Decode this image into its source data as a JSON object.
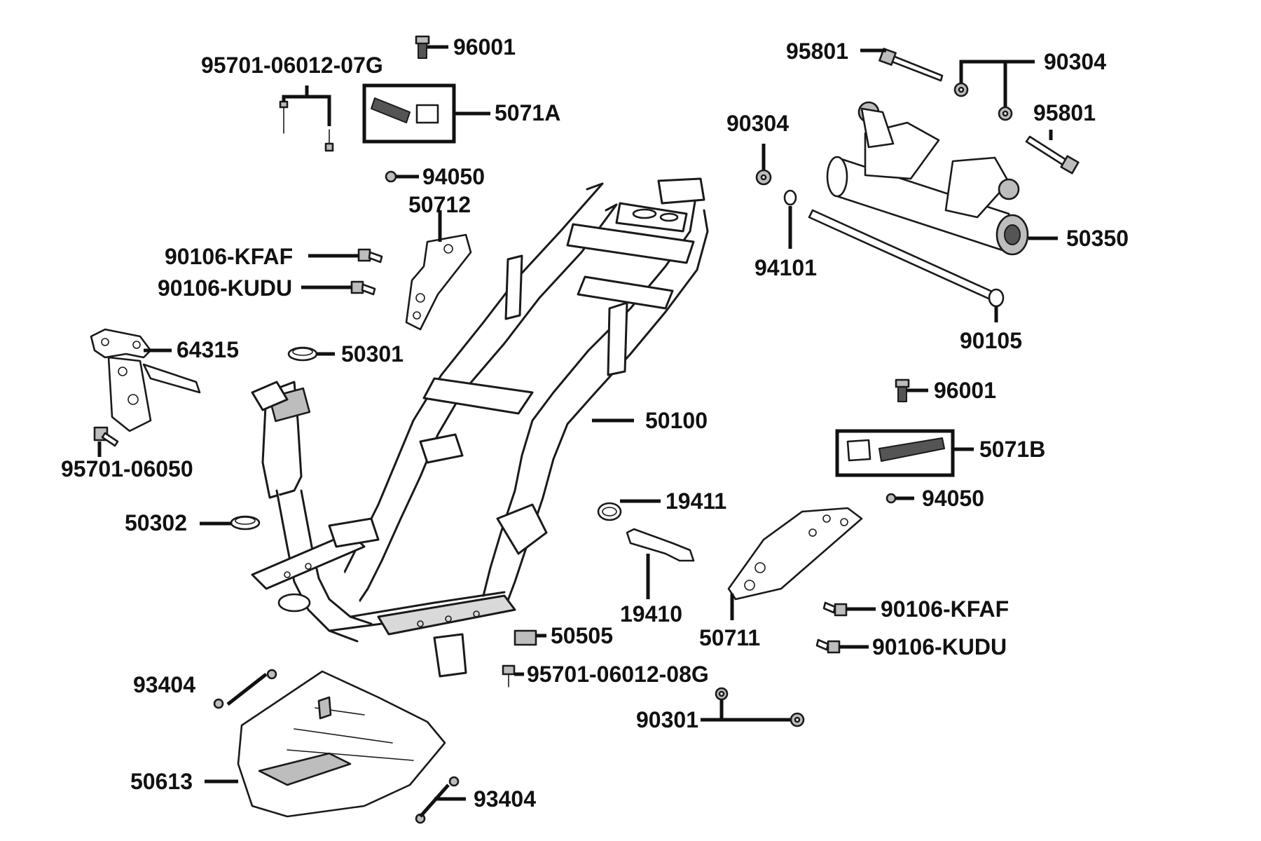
{
  "labels": {
    "p95701_06012_07G": "95701-06012-07G",
    "p96001_top": "96001",
    "p5071A": "5071A",
    "p94050_top": "94050",
    "p50712": "50712",
    "p90106_KFAF_left": "90106-KFAF",
    "p90106_KUDU_left": "90106-KUDU",
    "p64315": "64315",
    "p50301": "50301",
    "p95701_06050": "95701-06050",
    "p50302": "50302",
    "p50100": "50100",
    "p95801_top": "95801",
    "p90304_top": "90304",
    "p90304_left": "90304",
    "p95801_right": "95801",
    "p94101": "94101",
    "p50350": "50350",
    "p90105": "90105",
    "p96001_right": "96001",
    "p5071B": "5071B",
    "p94050_right": "94050",
    "p19411": "19411",
    "p19410": "19410",
    "p50711": "50711",
    "p50505": "50505",
    "p90106_KFAF_right": "90106-KFAF",
    "p90106_KUDU_right": "90106-KUDU",
    "p95701_06012_08G": "95701-06012-08G",
    "p93404_top": "93404",
    "p90301": "90301",
    "p50613": "50613",
    "p93404_bottom": "93404"
  }
}
